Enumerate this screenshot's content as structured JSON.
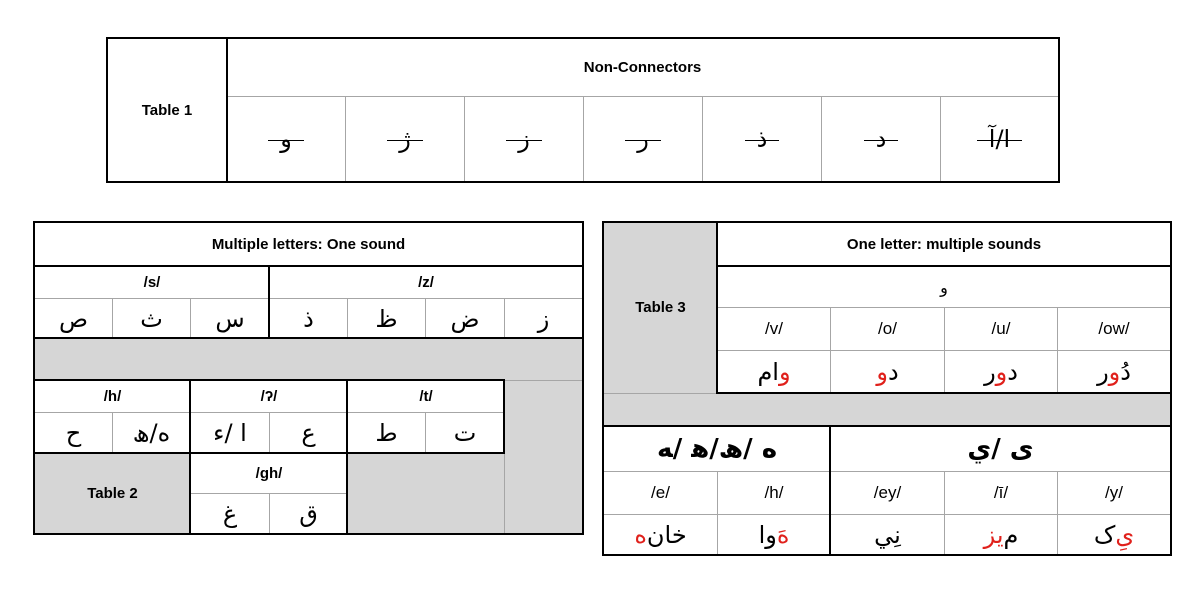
{
  "table1": {
    "label": "Table 1",
    "header": "Non-Connectors",
    "letters": [
      "و",
      "ژ",
      "ز",
      "ر",
      "ذ",
      "د",
      "ا/آ"
    ]
  },
  "table2": {
    "label": "Table 2",
    "header": "Multiple letters: One sound",
    "s": {
      "sound": "/s/",
      "letters": [
        "ص",
        "ث",
        "س"
      ]
    },
    "z": {
      "sound": "/z/",
      "letters": [
        "ذ",
        "ظ",
        "ض",
        "ز"
      ]
    },
    "h": {
      "sound": "/h/",
      "letters": [
        "ح",
        "ه/ھ"
      ]
    },
    "glottal": {
      "sound": "/ʔ/",
      "letters": [
        "ا /ء",
        "ع"
      ]
    },
    "t": {
      "sound": "/t/",
      "letters": [
        "ط",
        "ت"
      ]
    },
    "gh": {
      "sound": "/gh/",
      "letters": [
        "غ",
        "ق"
      ]
    }
  },
  "table3": {
    "label": "Table  3",
    "header": "One letter: multiple sounds",
    "vav": "و",
    "vav_sounds": [
      "/v/",
      "/o/",
      "/u/",
      "/ow/"
    ],
    "vav_words": [
      [
        {
          "t": "و",
          "red": true
        },
        {
          "t": "ام"
        }
      ],
      [
        {
          "t": "د"
        },
        {
          "t": "و",
          "red": true
        }
      ],
      [
        {
          "t": "د"
        },
        {
          "t": "و",
          "red": true
        },
        {
          "t": "ر"
        }
      ],
      [
        {
          "t": "دُ"
        },
        {
          "t": "و",
          "red": true
        },
        {
          "t": "ر"
        }
      ]
    ],
    "he": "ه /ھ/ﮬ /ﻪ",
    "ye": "ی /ي",
    "he_sounds": [
      "/e/",
      "/h/"
    ],
    "ye_sounds": [
      "/ey/",
      "/ī/",
      "/y/"
    ],
    "he_words": [
      [
        {
          "t": "خان"
        },
        {
          "t": "ه",
          "red": true
        }
      ],
      [
        {
          "t": "هَ",
          "red": true
        },
        {
          "t": "وا"
        }
      ]
    ],
    "ye_words": [
      [
        {
          "t": "نِي"
        }
      ],
      [
        {
          "t": "م"
        },
        {
          "t": "یز",
          "red": true
        }
      ],
      [
        {
          "t": "یِ",
          "red": true
        },
        {
          "t": "ک"
        }
      ]
    ]
  },
  "colors": {
    "highlight": "#e0201b",
    "shade": "#d6d6d6"
  }
}
